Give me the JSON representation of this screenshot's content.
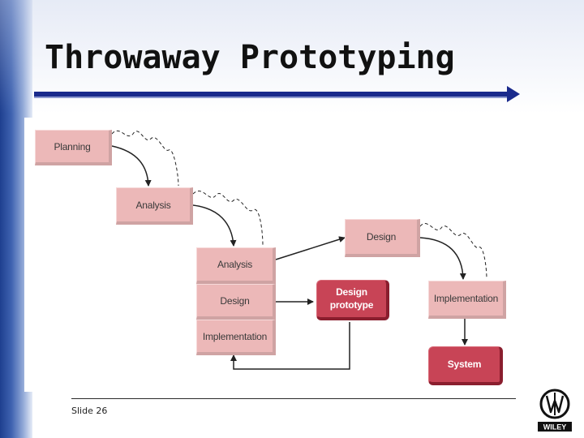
{
  "slide": {
    "title": "Throwaway Prototyping",
    "slide_number": "Slide 26"
  },
  "diagram": {
    "planning": "Planning",
    "analysis": "Analysis",
    "prototype_stack": {
      "analysis": "Analysis",
      "design": "Design",
      "implementation": "Implementation"
    },
    "design": "Design",
    "design_prototype": "Design prototype",
    "implementation": "Implementation",
    "system": "System"
  },
  "logo": {
    "text": "WILEY"
  },
  "colors": {
    "phase_box": "#ecb8b8",
    "prototype_box": "#c84456",
    "title_rule": "#1a2a8c"
  }
}
